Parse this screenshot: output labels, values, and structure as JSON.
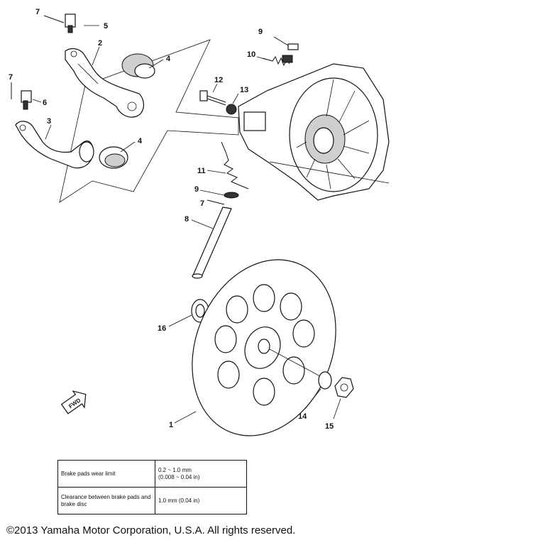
{
  "callouts": [
    {
      "id": "c7a",
      "text": "7"
    },
    {
      "id": "c5",
      "text": "5"
    },
    {
      "id": "c2",
      "text": "2"
    },
    {
      "id": "c4a",
      "text": "4"
    },
    {
      "id": "c7b",
      "text": "7"
    },
    {
      "id": "c6",
      "text": "6"
    },
    {
      "id": "c3",
      "text": "3"
    },
    {
      "id": "c4b",
      "text": "4"
    },
    {
      "id": "c9a",
      "text": "9"
    },
    {
      "id": "c10",
      "text": "10"
    },
    {
      "id": "c12",
      "text": "12"
    },
    {
      "id": "c13",
      "text": "13"
    },
    {
      "id": "c11",
      "text": "11"
    },
    {
      "id": "c9b",
      "text": "9"
    },
    {
      "id": "c7c",
      "text": "7"
    },
    {
      "id": "c8",
      "text": "8"
    },
    {
      "id": "c16",
      "text": "16"
    },
    {
      "id": "c1",
      "text": "1"
    },
    {
      "id": "c14",
      "text": "14"
    },
    {
      "id": "c15",
      "text": "15"
    }
  ],
  "fwd_marker": {
    "text": "FWD"
  },
  "spec_table": {
    "rows": [
      {
        "label": "Brake pads wear limit",
        "value_line1": "0.2 ~ 1.0 mm",
        "value_line2": "(0.008 ~ 0.04 in)"
      },
      {
        "label": "Clearance between brake pads and brake disc",
        "value_line1": "1.0 mm (0.04 in)",
        "value_line2": ""
      }
    ]
  },
  "copyright": "©2013 Yamaha Motor Corporation, U.S.A. All rights reserved."
}
